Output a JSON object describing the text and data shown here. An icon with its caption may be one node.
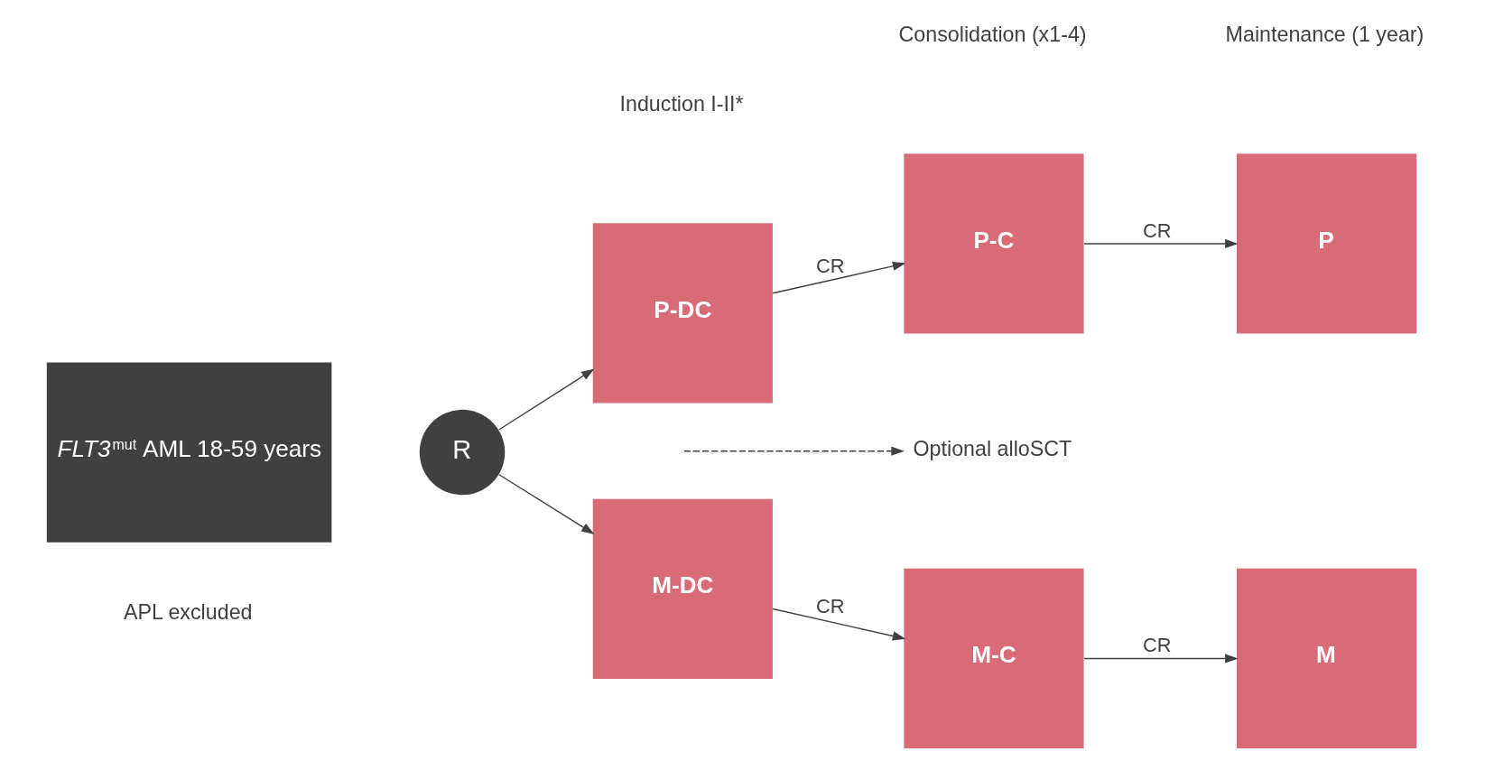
{
  "diagram": {
    "nodes": [
      {
        "text": [
          "*FLT3*$^{mut}$ AML 18-59 years"
        ]
      },
      {
        "text": [
          "R"
        ]
      },
      {
        "text": [
          "P-DC"
        ]
      },
      {
        "text": [
          "P-C"
        ]
      },
      {
        "text": [
          "P"
        ]
      },
      {
        "text": [
          "M-DC"
        ]
      },
      {
        "text": [
          "M-C"
        ]
      },
      {
        "text": [
          "M"
        ]
      },
      {
        "text": [
          "Optional alloSCT"
        ]
      }
    ],
    "edges": [
      {
        "from": 1,
        "to": 2,
        "arrow": "to"
      },
      {
        "from": 1,
        "to": 5,
        "arrow": "to"
      },
      {
        "from": 2,
        "to": 3,
        "arrow": "to",
        "label": "CR"
      },
      {
        "from": 3,
        "to": 4,
        "arrow": "to",
        "label": "CR"
      },
      {
        "from": 5,
        "to": 6,
        "arrow": "to",
        "label": "CR"
      },
      {
        "from": 6,
        "to": 7,
        "arrow": "to",
        "label": "CR"
      },
      {
        "from": null,
        "to": 8,
        "arrow": "to",
        "style": "dashed"
      }
    ],
    "labels": [
      "Induction I-II*",
      "Consolidation (x1-4)",
      "Maintenance (1 year)",
      "APL excluded"
    ]
  }
}
